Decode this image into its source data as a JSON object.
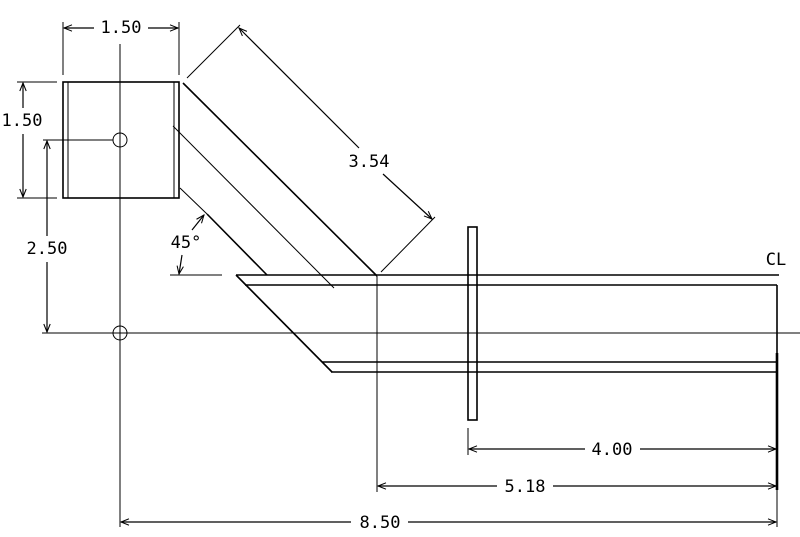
{
  "drawing": {
    "dimensions": {
      "box_width": "1.50",
      "box_height": "1.50",
      "offset_vertical": "2.50",
      "diagonal_length": "3.54",
      "angle": "45°",
      "flange_to_end": "4.00",
      "bend_to_end": "5.18",
      "overall_length": "8.50"
    },
    "centerline_label": "CL"
  }
}
